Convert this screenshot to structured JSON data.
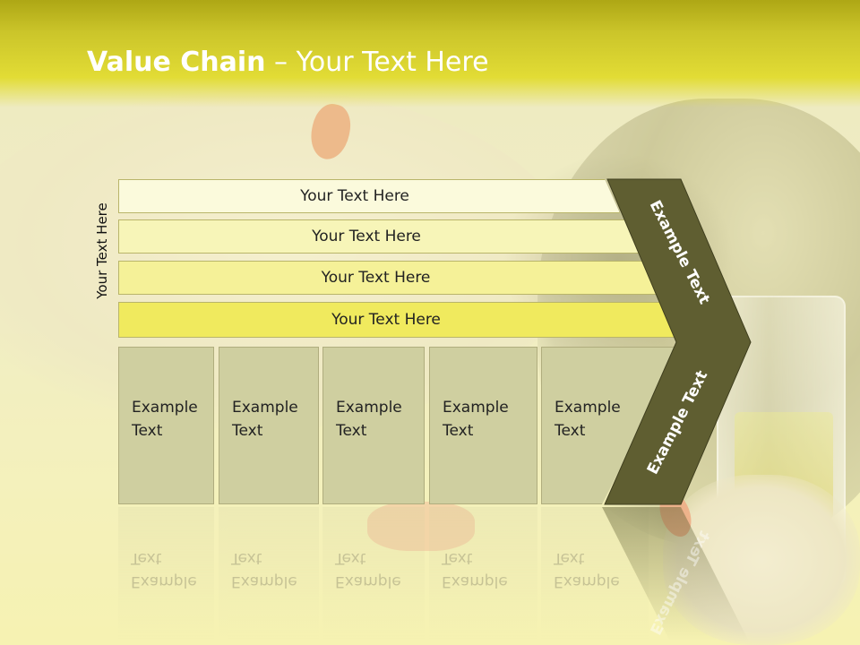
{
  "slide": {
    "title_bold": "Value Chain",
    "title_rest": " – Your Text Here"
  },
  "vertical_label": "Your Text Here",
  "rows": [
    {
      "text": "Your Text Here",
      "color": "#fbfadc"
    },
    {
      "text": "Your Text Here",
      "color": "#f7f5b8"
    },
    {
      "text": "Your Text Here",
      "color": "#f5f198"
    },
    {
      "text": "Your Text Here",
      "color": "#f0ea5e"
    }
  ],
  "boxes": [
    {
      "line1": "Example",
      "line2": "Text"
    },
    {
      "line1": "Example",
      "line2": "Text"
    },
    {
      "line1": "Example",
      "line2": "Text"
    },
    {
      "line1": "Example",
      "line2": "Text"
    },
    {
      "line1": "Example",
      "line2": "Text"
    }
  ],
  "chevron": {
    "upper_text": "Example Text",
    "lower_text": "Example Text",
    "color": "#5f5e31"
  }
}
